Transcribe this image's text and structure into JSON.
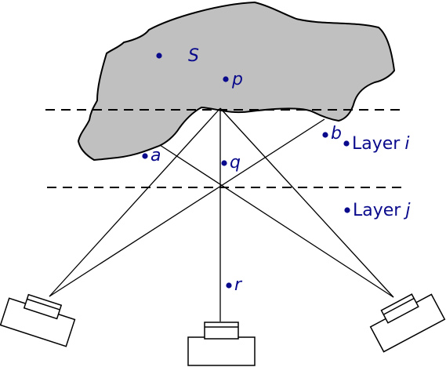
{
  "colors": {
    "label": "#0a0a8c",
    "surface_fill": "#c0c0c0",
    "stroke": "#000000"
  },
  "labels": {
    "surface": "S",
    "point_p": "p",
    "point_q": "q",
    "point_r": "r",
    "point_a": "a",
    "point_b": "b",
    "layer_i_word": "Layer",
    "layer_i_index": "i",
    "layer_j_word": "Layer",
    "layer_j_index": "j"
  },
  "icons": {
    "camera_left": "camera-icon",
    "camera_center": "camera-icon",
    "camera_right": "camera-icon"
  }
}
